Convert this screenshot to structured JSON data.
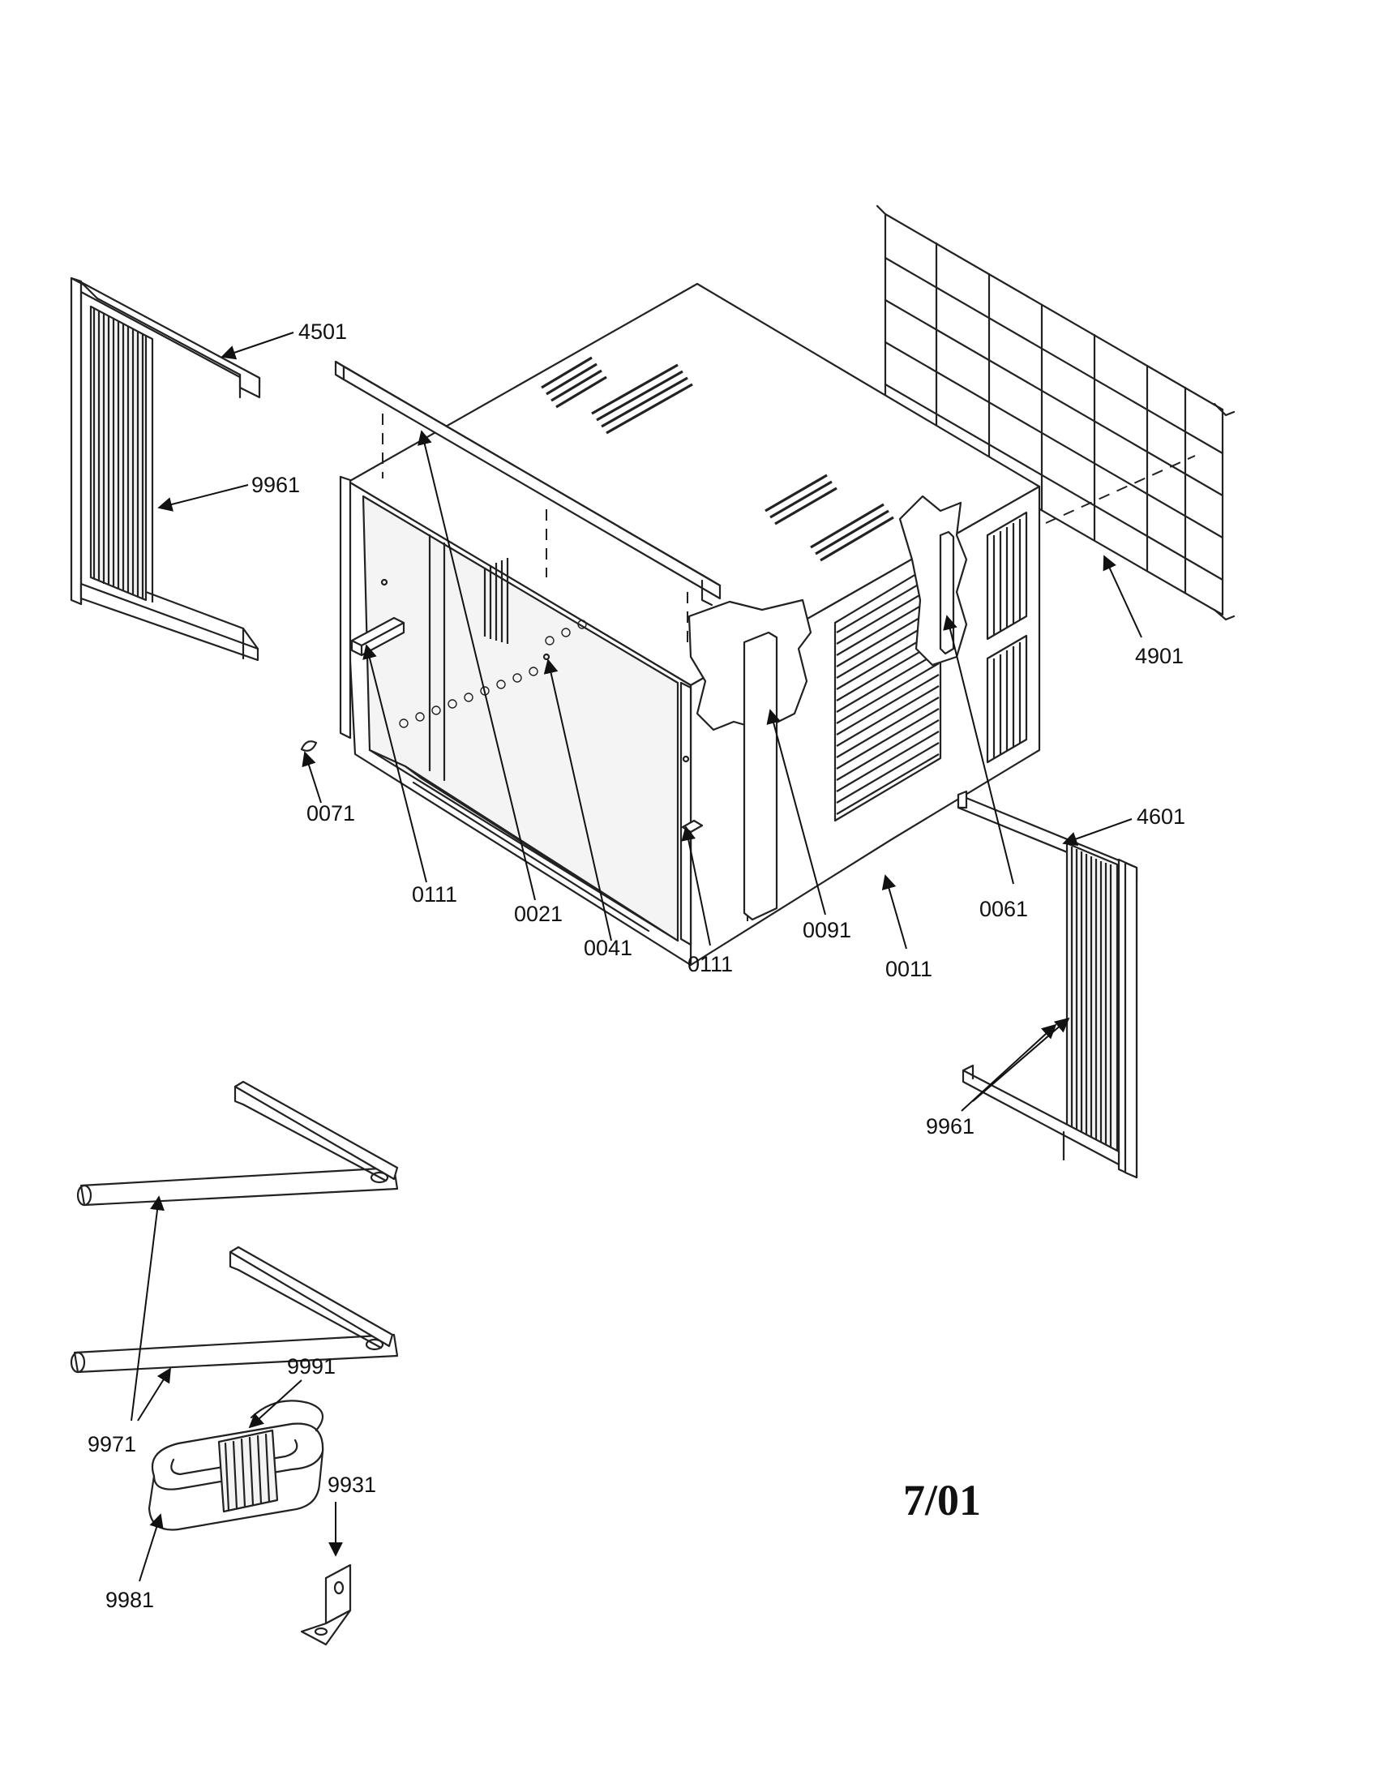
{
  "diagram": {
    "date_mark": "7/01",
    "callouts": {
      "c4501": "4501",
      "c9961_left": "9961",
      "c0071": "0071",
      "c0111_left": "0111",
      "c0021": "0021",
      "c0041": "0041",
      "c0111_right": "0111",
      "c0091": "0091",
      "c0011": "0011",
      "c0061": "0061",
      "c4601": "4601",
      "c4901": "4901",
      "c9961_right": "9961",
      "c9991": "9991",
      "c9971": "9971",
      "c9931": "9931",
      "c9981": "9981"
    },
    "icons": {
      "cabinet": "cabinet-icon",
      "grille": "wire-grille-icon",
      "panel": "side-curtain-panel-icon",
      "bracket": "support-bracket-icon",
      "cord": "coiled-cord-icon",
      "clip": "angle-clip-icon"
    }
  }
}
